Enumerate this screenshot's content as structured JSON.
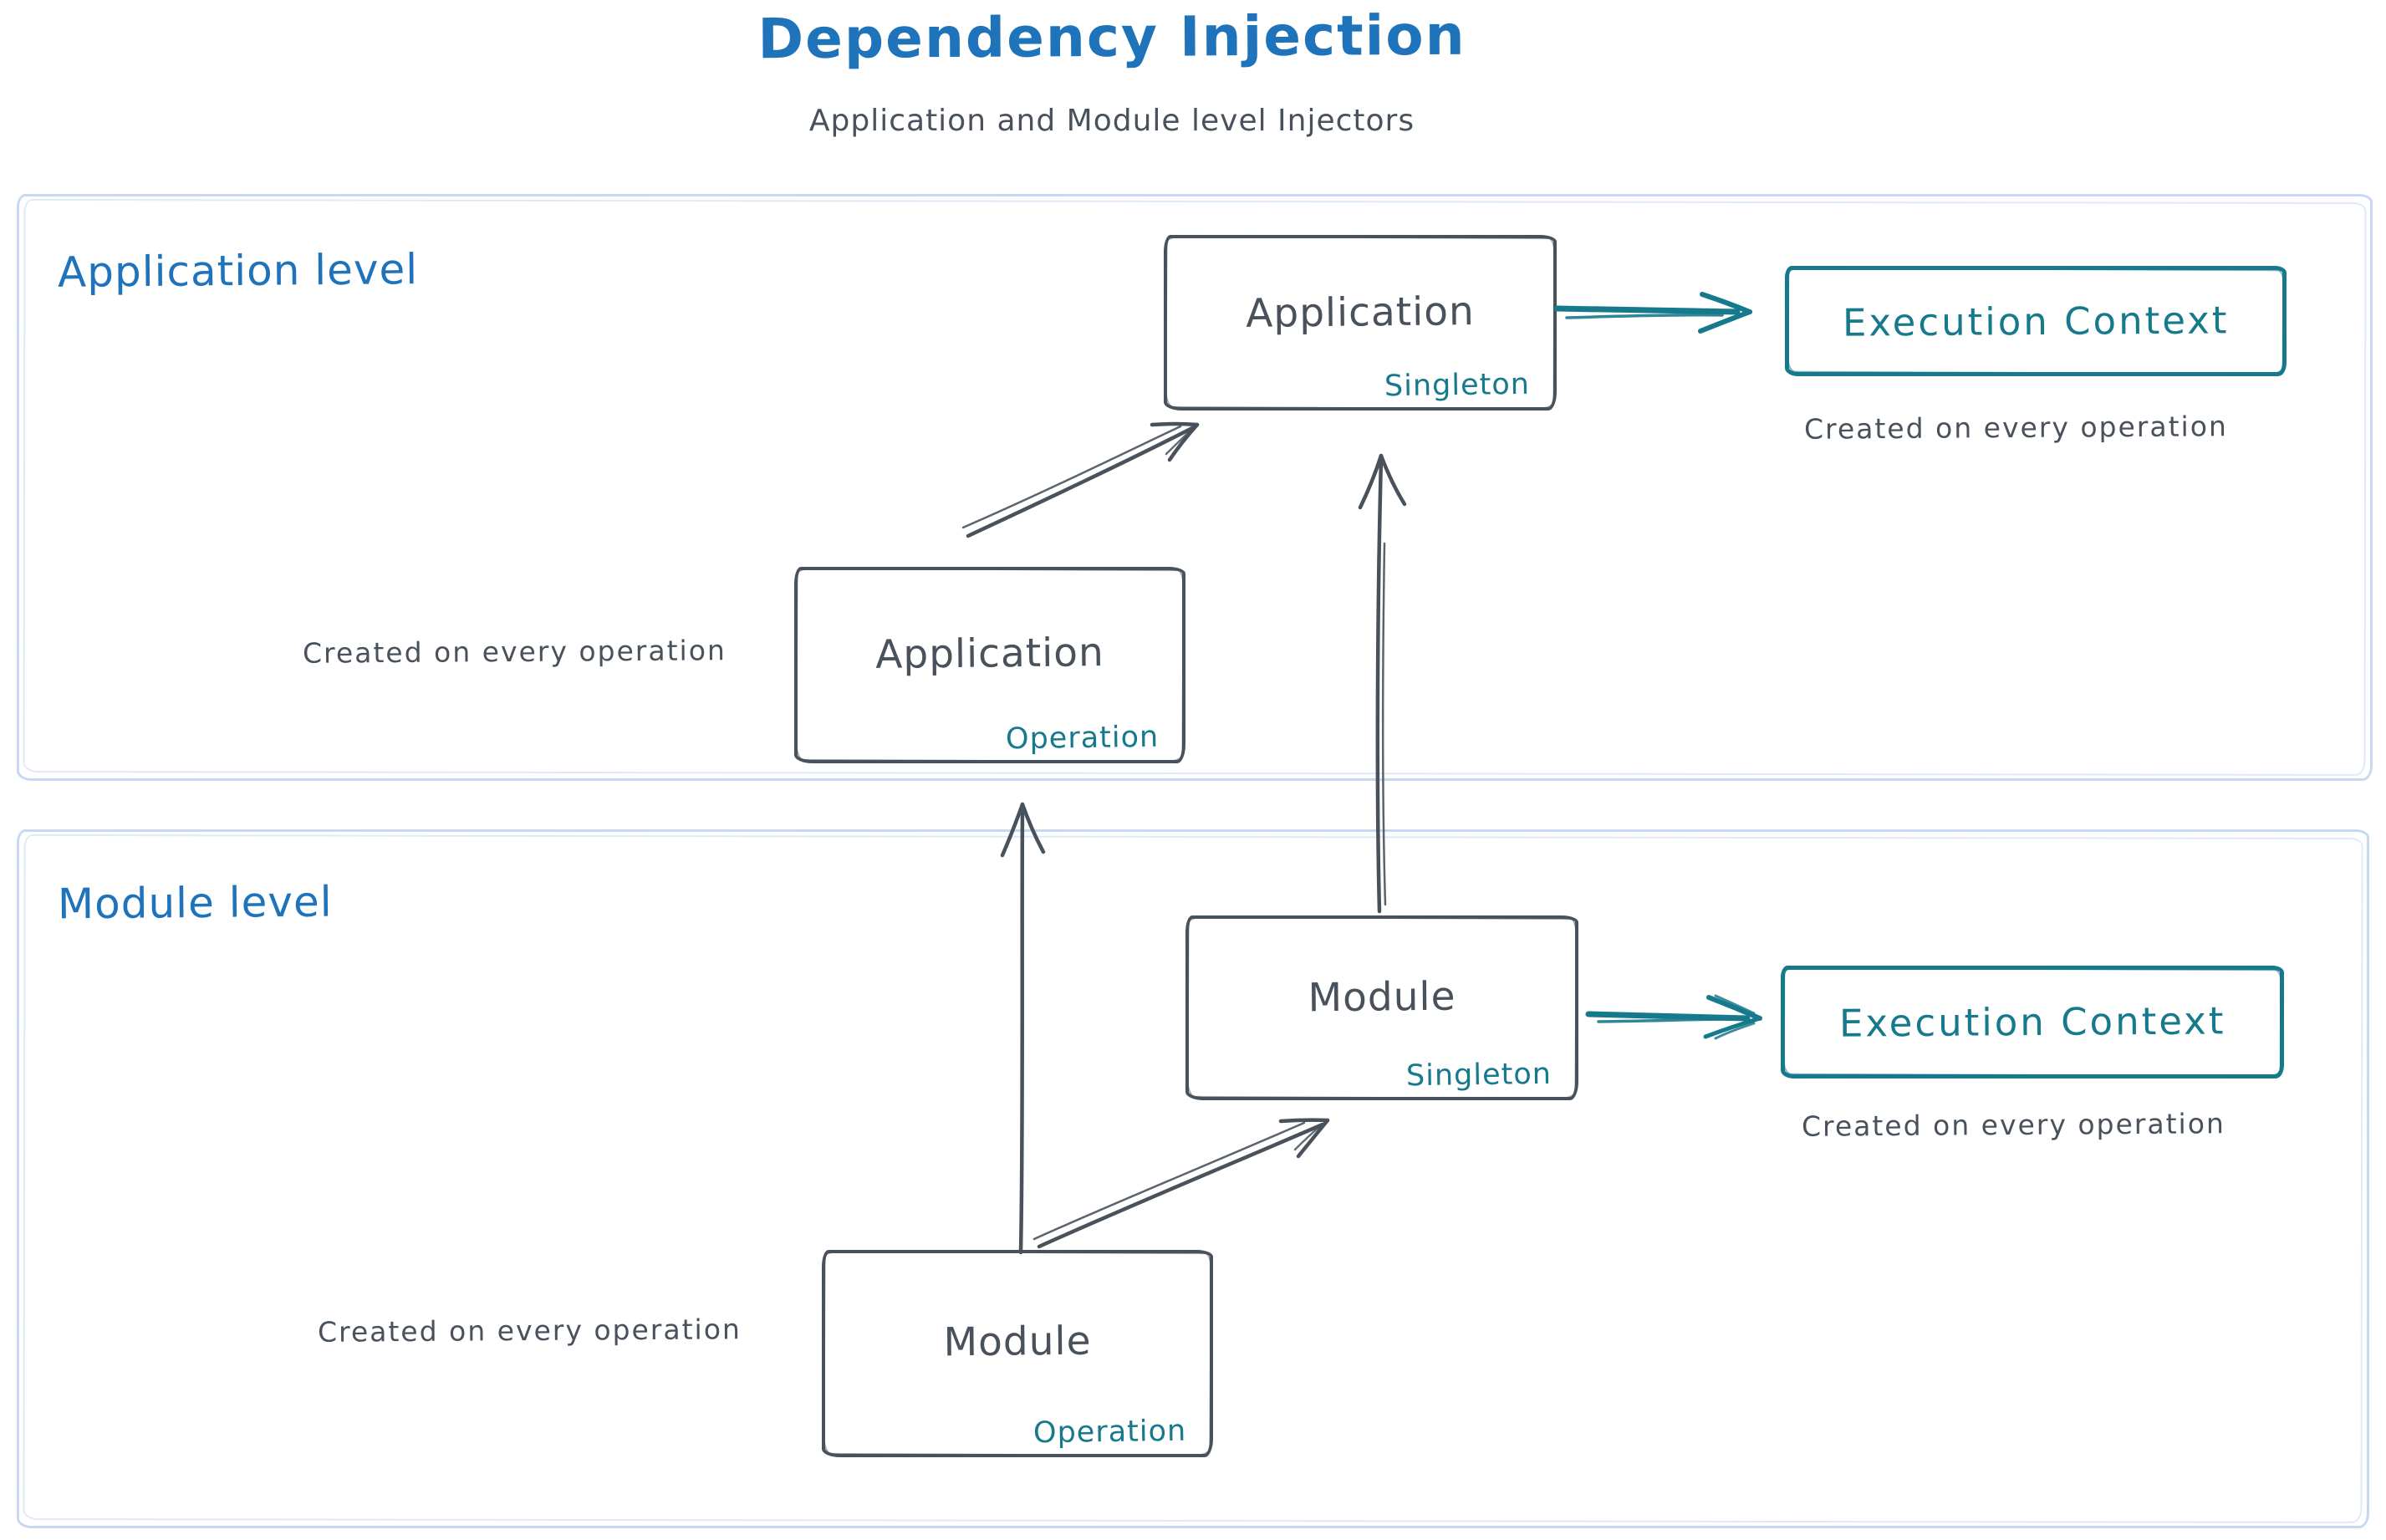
{
  "title": "Dependency Injection",
  "subtitle": "Application and Module level Injectors",
  "colors": {
    "title_blue": "#1e73bb",
    "ink_dark": "#49525c",
    "teal": "#17798c",
    "container_border": "#c7d9f0",
    "background": "#ffffff"
  },
  "application_level": {
    "label": "Application level",
    "singleton_box": {
      "title": "Application",
      "badge": "Singleton"
    },
    "operation_box": {
      "title": "Application",
      "badge": "Operation"
    },
    "operation_caption": "Created on every operation",
    "execution_context": {
      "label": "Execution Context",
      "caption": "Created on every operation"
    }
  },
  "module_level": {
    "label": "Module level",
    "singleton_box": {
      "title": "Module",
      "badge": "Singleton"
    },
    "operation_box": {
      "title": "Module",
      "badge": "Operation"
    },
    "operation_caption": "Created on every operation",
    "execution_context": {
      "label": "Execution Context",
      "caption": "Created on every operation"
    }
  }
}
